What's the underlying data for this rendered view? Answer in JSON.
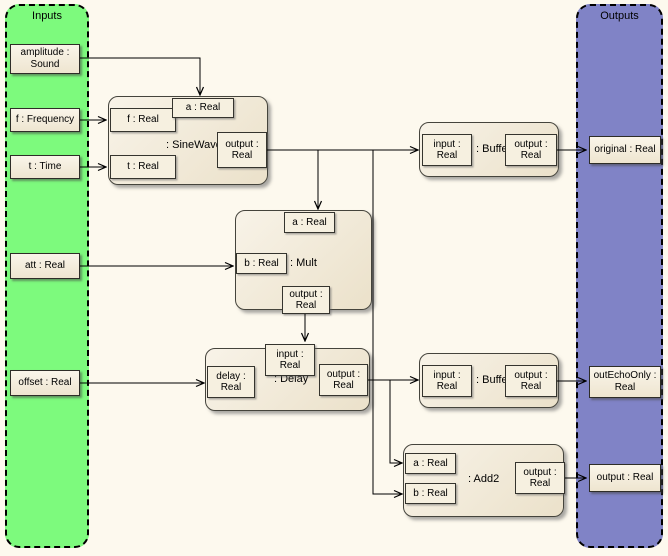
{
  "colors": {
    "canvas_bg": "#FDF9EE",
    "inputs_lane_bg": "#7DFA7D",
    "outputs_lane_bg": "#8083C6",
    "block_fill": "#F2ECDD",
    "port_fill": "#F6F0E0"
  },
  "lanes": {
    "inputs": {
      "title": "Inputs",
      "items": [
        "amplitude : Sound",
        "f : Frequency",
        "t : Time",
        "att : Real",
        "offset : Real"
      ]
    },
    "outputs": {
      "title": "Outputs",
      "items": [
        "original : Real",
        "outEchoOnly : Real",
        "output : Real"
      ]
    }
  },
  "blocks": {
    "sinewave": {
      "label": ": SineWave",
      "ports": {
        "f": "f : Real",
        "t": "t : Real",
        "a": "a : Real",
        "output": "output : Real"
      }
    },
    "mult": {
      "label": ": Mult",
      "ports": {
        "a": "a : Real",
        "b": "b : Real",
        "output": "output : Real"
      }
    },
    "delay": {
      "label": ": Delay",
      "ports": {
        "delay": "delay : Real",
        "input": "input : Real",
        "output": "output : Real"
      }
    },
    "buffer1": {
      "label": ": Buffer",
      "ports": {
        "input": "input : Real",
        "output": "output : Real"
      }
    },
    "buffer2": {
      "label": ": Buffer",
      "ports": {
        "input": "input : Real",
        "output": "output : Real"
      }
    },
    "add2": {
      "label": ": Add2",
      "ports": {
        "a": "a : Real",
        "b": "b : Real",
        "output": "output : Real"
      }
    }
  },
  "connections": [
    {
      "from": "amplitude : Sound",
      "to": "SineWave.a"
    },
    {
      "from": "f : Frequency",
      "to": "SineWave.f"
    },
    {
      "from": "t : Time",
      "to": "SineWave.t"
    },
    {
      "from": "SineWave.output",
      "to": "Buffer(top).input"
    },
    {
      "from": "SineWave.output",
      "to": "Mult.a"
    },
    {
      "from": "SineWave.output",
      "to": "Add2.b"
    },
    {
      "from": "att : Real",
      "to": "Mult.b"
    },
    {
      "from": "Mult.output",
      "to": "Delay.input"
    },
    {
      "from": "offset : Real",
      "to": "Delay.delay"
    },
    {
      "from": "Delay.output",
      "to": "Buffer(bottom).input"
    },
    {
      "from": "Delay.output",
      "to": "Add2.a"
    },
    {
      "from": "Buffer(top).output",
      "to": "original : Real"
    },
    {
      "from": "Buffer(bottom).output",
      "to": "outEchoOnly : Real"
    },
    {
      "from": "Add2.output",
      "to": "output : Real"
    }
  ]
}
